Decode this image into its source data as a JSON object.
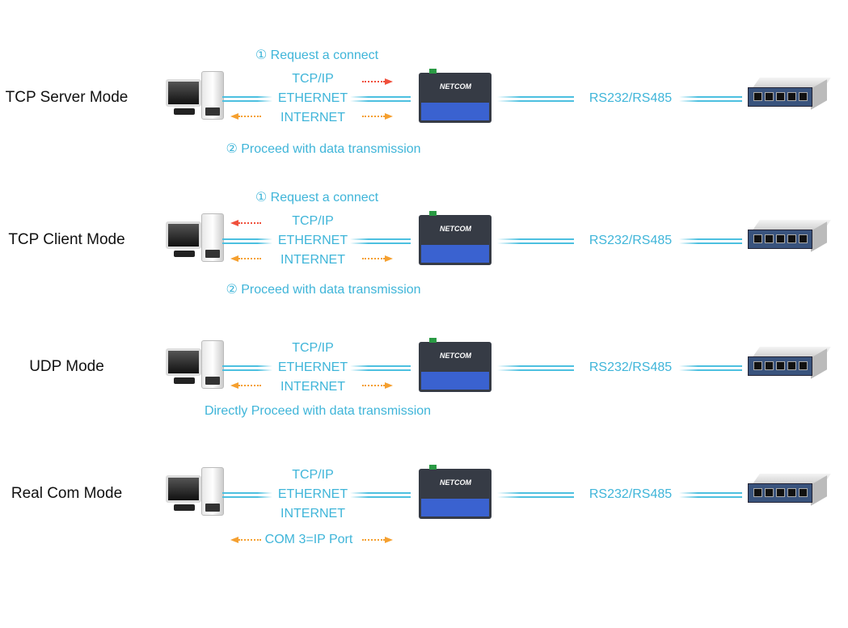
{
  "colors": {
    "text": "#3fb5d9",
    "request_arrow": "#f0503c",
    "data_arrow": "#f5a030",
    "line": "#4cc0e0"
  },
  "labels": {
    "tcpip": "TCP/IP",
    "ethernet": "ETHERNET",
    "internet": "INTERNET",
    "serial": "RS232/RS485",
    "device_logo": "NETCOM"
  },
  "rows": [
    {
      "mode": "TCP Server Mode",
      "top_note": "① Request a connect",
      "bottom_note": "② Proceed with data transmission",
      "request_arrow": "right",
      "data_arrows": "middle"
    },
    {
      "mode": "TCP Client Mode",
      "top_note": "① Request a connect",
      "bottom_note": "② Proceed with data transmission",
      "request_arrow": "left",
      "data_arrows": "middle"
    },
    {
      "mode": "UDP Mode",
      "top_note": "",
      "bottom_note": "Directly Proceed with data transmission",
      "request_arrow": "none",
      "data_arrows": "middle"
    },
    {
      "mode": "Real Com Mode",
      "top_note": "",
      "bottom_note": "COM 3=IP Port",
      "request_arrow": "none",
      "data_arrows": "bottom"
    }
  ]
}
